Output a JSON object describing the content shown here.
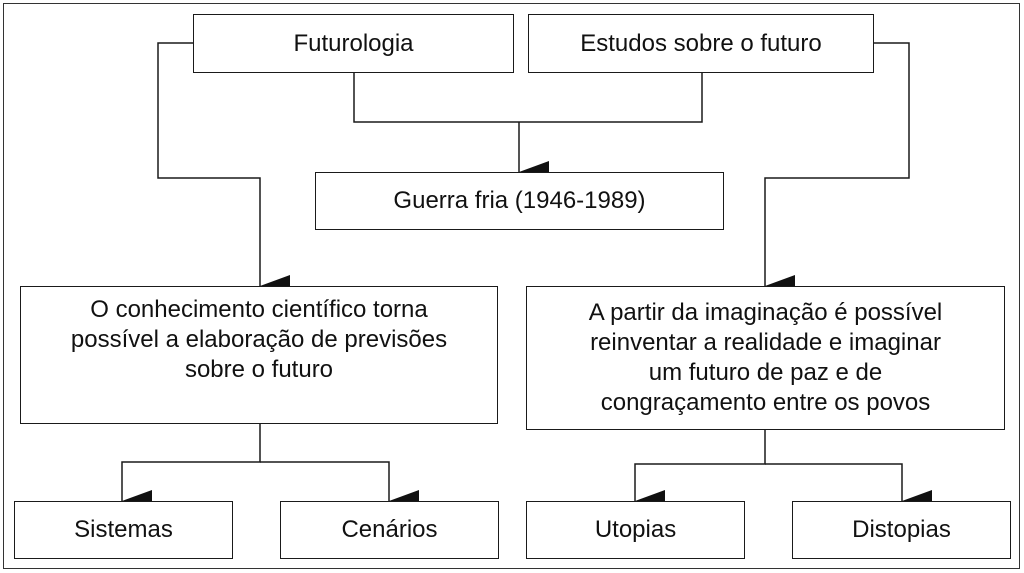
{
  "diagram": {
    "nodes": {
      "futurologia": "Futurologia",
      "estudos": "Estudos sobre o futuro",
      "guerra_fria": "Guerra fria (1946-1989)",
      "conhecimento": [
        "O conhecimento científico torna",
        "possível a elaboração de previsões",
        "sobre o futuro"
      ],
      "imaginacao": [
        "A partir da imaginação é possível",
        "reinventar a realidade e imaginar",
        "um futuro de paz e de",
        "congraçamento entre os povos"
      ],
      "sistemas": "Sistemas",
      "cenarios": "Cenários",
      "utopias": "Utopias",
      "distopias": "Distopias"
    },
    "edges": [
      {
        "from": "futurologia+estudos",
        "to": "guerra_fria"
      },
      {
        "from": "futurologia",
        "to": "conhecimento"
      },
      {
        "from": "estudos",
        "to": "imaginacao"
      },
      {
        "from": "conhecimento",
        "to": "sistemas"
      },
      {
        "from": "conhecimento",
        "to": "cenarios"
      },
      {
        "from": "imaginacao",
        "to": "utopias"
      },
      {
        "from": "imaginacao",
        "to": "distopias"
      }
    ],
    "colors": {
      "line": "#1a1a1a",
      "text": "#111111",
      "background": "#ffffff"
    }
  }
}
